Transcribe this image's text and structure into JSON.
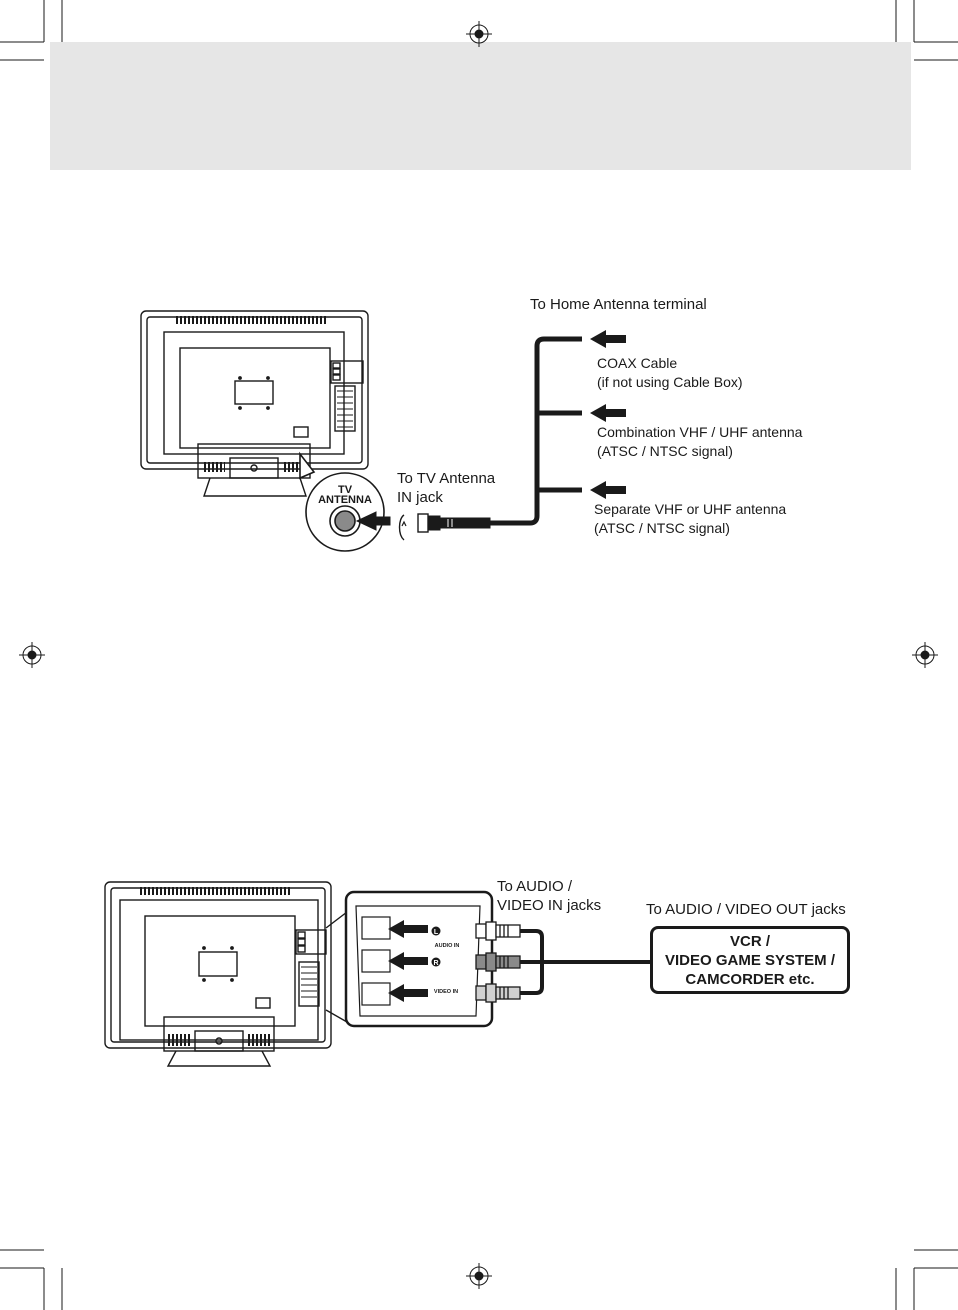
{
  "antenna_section": {
    "home_terminal": "To Home Antenna terminal",
    "tv_antenna_badge": [
      "TV",
      "ANTENNA"
    ],
    "to_tv_jack": [
      "To TV Antenna",
      "IN jack"
    ],
    "options": [
      {
        "line1": "COAX Cable",
        "line2": "(if not using Cable Box)"
      },
      {
        "line1": "Combination VHF / UHF antenna",
        "line2": "(ATSC / NTSC signal)"
      },
      {
        "line1": "Separate VHF or UHF antenna",
        "line2": "(ATSC / NTSC signal)"
      }
    ]
  },
  "av_section": {
    "to_av_in": [
      "To AUDIO /",
      "VIDEO IN jacks"
    ],
    "to_av_out": "To AUDIO / VIDEO OUT jacks",
    "panel_labels": {
      "left": "L",
      "right": "R",
      "audio_in": "AUDIO IN",
      "video_in": "VIDEO IN"
    },
    "device": [
      "VCR /",
      "VIDEO GAME SYSTEM /",
      "CAMCORDER etc."
    ]
  }
}
